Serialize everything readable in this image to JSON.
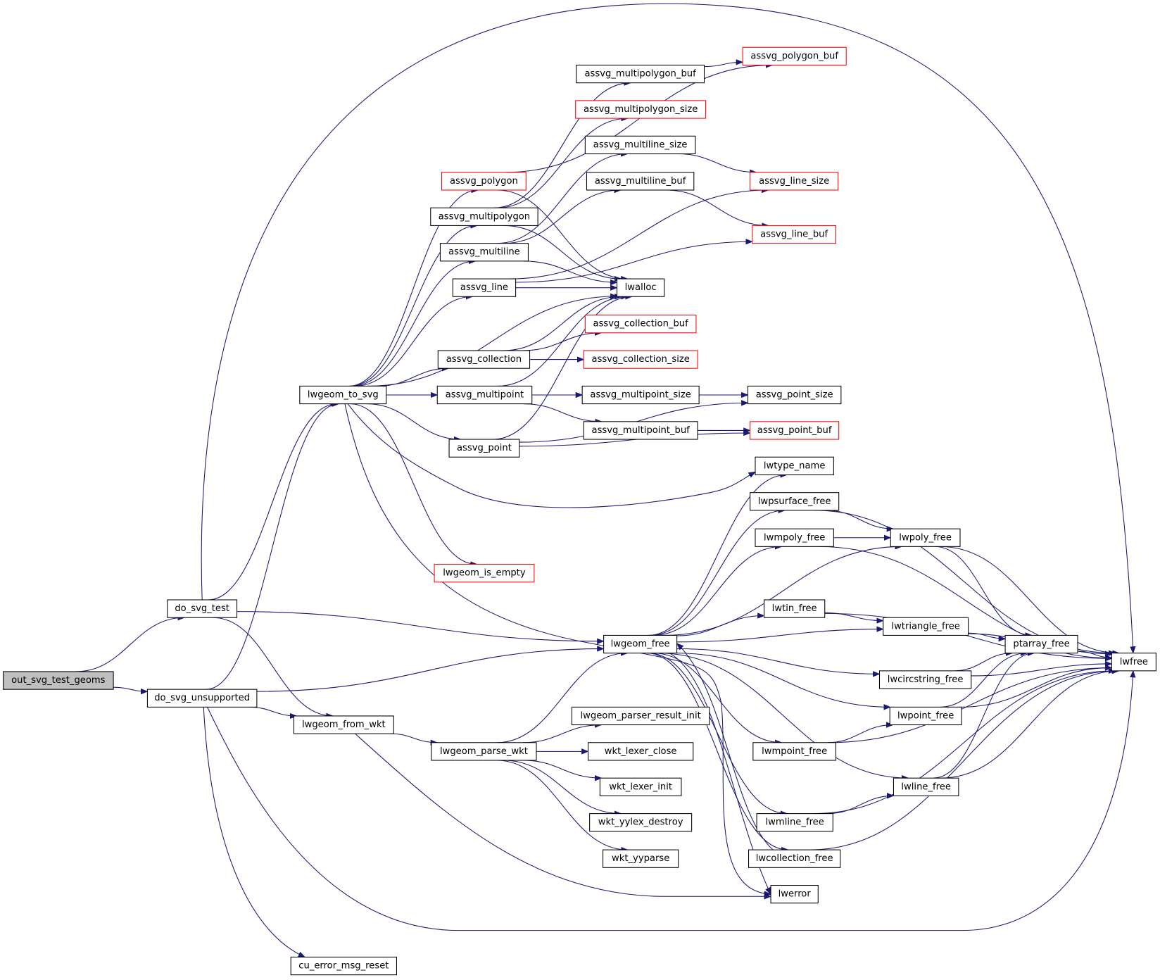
{
  "graph": {
    "edge_color": "#191970",
    "nodes": [
      {
        "id": "out_svg_test_geoms",
        "label": "out_svg_test_geoms",
        "root": true
      },
      {
        "id": "do_svg_test",
        "label": "do_svg_test"
      },
      {
        "id": "do_svg_unsupported",
        "label": "do_svg_unsupported"
      },
      {
        "id": "lwgeom_to_svg",
        "label": "lwgeom_to_svg"
      },
      {
        "id": "lwgeom_from_wkt",
        "label": "lwgeom_from_wkt"
      },
      {
        "id": "cu_error_msg_reset",
        "label": "cu_error_msg_reset"
      },
      {
        "id": "assvg_polygon",
        "label": "assvg_polygon",
        "border": "red"
      },
      {
        "id": "assvg_multipolygon",
        "label": "assvg_multipolygon"
      },
      {
        "id": "assvg_multiline",
        "label": "assvg_multiline"
      },
      {
        "id": "assvg_line",
        "label": "assvg_line"
      },
      {
        "id": "assvg_collection",
        "label": "assvg_collection"
      },
      {
        "id": "assvg_multipoint",
        "label": "assvg_multipoint"
      },
      {
        "id": "assvg_point",
        "label": "assvg_point"
      },
      {
        "id": "lwgeom_is_empty",
        "label": "lwgeom_is_empty",
        "border": "red"
      },
      {
        "id": "lwgeom_parse_wkt",
        "label": "lwgeom_parse_wkt"
      },
      {
        "id": "assvg_multipolygon_buf",
        "label": "assvg_multipolygon_buf"
      },
      {
        "id": "assvg_multipolygon_size",
        "label": "assvg_multipolygon_size",
        "border": "red"
      },
      {
        "id": "assvg_multiline_size",
        "label": "assvg_multiline_size"
      },
      {
        "id": "assvg_multiline_buf",
        "label": "assvg_multiline_buf"
      },
      {
        "id": "lwalloc",
        "label": "lwalloc"
      },
      {
        "id": "assvg_collection_buf",
        "label": "assvg_collection_buf",
        "border": "red"
      },
      {
        "id": "assvg_collection_size",
        "label": "assvg_collection_size",
        "border": "red"
      },
      {
        "id": "assvg_multipoint_size",
        "label": "assvg_multipoint_size"
      },
      {
        "id": "assvg_multipoint_buf",
        "label": "assvg_multipoint_buf"
      },
      {
        "id": "lwgeom_free",
        "label": "lwgeom_free"
      },
      {
        "id": "lwgeom_parser_result_init",
        "label": "lwgeom_parser_result_init"
      },
      {
        "id": "wkt_lexer_close",
        "label": "wkt_lexer_close"
      },
      {
        "id": "wkt_lexer_init",
        "label": "wkt_lexer_init"
      },
      {
        "id": "wkt_yylex_destroy",
        "label": "wkt_yylex_destroy"
      },
      {
        "id": "wkt_yyparse",
        "label": "wkt_yyparse"
      },
      {
        "id": "assvg_polygon_buf",
        "label": "assvg_polygon_buf",
        "border": "red"
      },
      {
        "id": "assvg_line_size",
        "label": "assvg_line_size",
        "border": "red"
      },
      {
        "id": "assvg_line_buf",
        "label": "assvg_line_buf",
        "border": "red"
      },
      {
        "id": "assvg_point_size",
        "label": "assvg_point_size"
      },
      {
        "id": "assvg_point_buf",
        "label": "assvg_point_buf",
        "border": "red"
      },
      {
        "id": "lwtype_name",
        "label": "lwtype_name"
      },
      {
        "id": "lwpsurface_free",
        "label": "lwpsurface_free"
      },
      {
        "id": "lwmpoly_free",
        "label": "lwmpoly_free"
      },
      {
        "id": "lwtin_free",
        "label": "lwtin_free"
      },
      {
        "id": "lwcircstring_free",
        "label": "lwcircstring_free"
      },
      {
        "id": "lwpoint_free",
        "label": "lwpoint_free"
      },
      {
        "id": "lwmpoint_free",
        "label": "lwmpoint_free"
      },
      {
        "id": "lwline_free",
        "label": "lwline_free"
      },
      {
        "id": "lwmline_free",
        "label": "lwmline_free"
      },
      {
        "id": "lwcollection_free",
        "label": "lwcollection_free"
      },
      {
        "id": "lwerror",
        "label": "lwerror"
      },
      {
        "id": "lwpoly_free",
        "label": "lwpoly_free"
      },
      {
        "id": "lwtriangle_free",
        "label": "lwtriangle_free"
      },
      {
        "id": "ptarray_free",
        "label": "ptarray_free"
      },
      {
        "id": "lwfree",
        "label": "lwfree"
      }
    ],
    "edges": [
      [
        "out_svg_test_geoms",
        "do_svg_test"
      ],
      [
        "out_svg_test_geoms",
        "do_svg_unsupported"
      ],
      [
        "do_svg_test",
        "lwfree"
      ],
      [
        "do_svg_test",
        "lwgeom_to_svg"
      ],
      [
        "do_svg_test",
        "lwgeom_free"
      ],
      [
        "do_svg_test",
        "lwgeom_from_wkt"
      ],
      [
        "do_svg_unsupported",
        "lwgeom_to_svg"
      ],
      [
        "do_svg_unsupported",
        "lwgeom_free"
      ],
      [
        "do_svg_unsupported",
        "lwgeom_from_wkt"
      ],
      [
        "do_svg_unsupported",
        "lwfree"
      ],
      [
        "do_svg_unsupported",
        "cu_error_msg_reset"
      ],
      [
        "lwgeom_to_svg",
        "assvg_polygon"
      ],
      [
        "lwgeom_to_svg",
        "assvg_multipolygon"
      ],
      [
        "lwgeom_to_svg",
        "assvg_multiline"
      ],
      [
        "lwgeom_to_svg",
        "assvg_line"
      ],
      [
        "lwgeom_to_svg",
        "lwalloc"
      ],
      [
        "lwgeom_to_svg",
        "assvg_collection"
      ],
      [
        "lwgeom_to_svg",
        "assvg_multipoint"
      ],
      [
        "lwgeom_to_svg",
        "assvg_point"
      ],
      [
        "lwgeom_to_svg",
        "lwtype_name"
      ],
      [
        "lwgeom_to_svg",
        "lwgeom_is_empty"
      ],
      [
        "lwgeom_to_svg",
        "lwerror"
      ],
      [
        "lwgeom_from_wkt",
        "lwgeom_parse_wkt"
      ],
      [
        "lwgeom_from_wkt",
        "lwerror"
      ],
      [
        "lwgeom_parse_wkt",
        "lwgeom_free"
      ],
      [
        "lwgeom_parse_wkt",
        "lwgeom_parser_result_init"
      ],
      [
        "lwgeom_parse_wkt",
        "wkt_lexer_close"
      ],
      [
        "lwgeom_parse_wkt",
        "wkt_lexer_init"
      ],
      [
        "lwgeom_parse_wkt",
        "wkt_yylex_destroy"
      ],
      [
        "lwgeom_parse_wkt",
        "wkt_yyparse"
      ],
      [
        "assvg_polygon",
        "assvg_polygon_buf"
      ],
      [
        "assvg_polygon",
        "lwalloc"
      ],
      [
        "assvg_multipolygon",
        "assvg_multipolygon_buf"
      ],
      [
        "assvg_multipolygon",
        "assvg_multipolygon_size"
      ],
      [
        "assvg_multipolygon",
        "lwalloc"
      ],
      [
        "assvg_multiline",
        "assvg_multiline_size"
      ],
      [
        "assvg_multiline",
        "assvg_multiline_buf"
      ],
      [
        "assvg_multiline",
        "lwalloc"
      ],
      [
        "assvg_line",
        "assvg_line_size"
      ],
      [
        "assvg_line",
        "assvg_line_buf"
      ],
      [
        "assvg_line",
        "lwalloc"
      ],
      [
        "assvg_collection",
        "assvg_collection_buf"
      ],
      [
        "assvg_collection",
        "assvg_collection_size"
      ],
      [
        "assvg_collection",
        "lwalloc"
      ],
      [
        "assvg_multipoint",
        "assvg_multipoint_size"
      ],
      [
        "assvg_multipoint",
        "assvg_multipoint_buf"
      ],
      [
        "assvg_multipoint",
        "lwalloc"
      ],
      [
        "assvg_point",
        "assvg_point_size"
      ],
      [
        "assvg_point",
        "assvg_point_buf"
      ],
      [
        "assvg_point",
        "lwalloc"
      ],
      [
        "assvg_multipolygon_buf",
        "assvg_polygon_buf"
      ],
      [
        "assvg_multiline_size",
        "assvg_line_size"
      ],
      [
        "assvg_multiline_buf",
        "assvg_line_buf"
      ],
      [
        "assvg_multipoint_size",
        "assvg_point_size"
      ],
      [
        "assvg_multipoint_buf",
        "assvg_point_buf"
      ],
      [
        "lwgeom_free",
        "lwtype_name"
      ],
      [
        "lwgeom_free",
        "lwpsurface_free"
      ],
      [
        "lwgeom_free",
        "lwmpoly_free"
      ],
      [
        "lwgeom_free",
        "lwpoly_free"
      ],
      [
        "lwgeom_free",
        "lwtin_free"
      ],
      [
        "lwgeom_free",
        "lwtriangle_free"
      ],
      [
        "lwgeom_free",
        "lwcircstring_free"
      ],
      [
        "lwgeom_free",
        "lwpoint_free"
      ],
      [
        "lwgeom_free",
        "lwmpoint_free"
      ],
      [
        "lwgeom_free",
        "lwline_free"
      ],
      [
        "lwgeom_free",
        "lwmline_free"
      ],
      [
        "lwgeom_free",
        "lwcollection_free"
      ],
      [
        "lwgeom_free",
        "lwerror"
      ],
      [
        "lwpsurface_free",
        "lwfree"
      ],
      [
        "lwpsurface_free",
        "lwpoly_free"
      ],
      [
        "lwmpoly_free",
        "lwpoly_free"
      ],
      [
        "lwmpoly_free",
        "lwfree"
      ],
      [
        "lwpoly_free",
        "lwfree"
      ],
      [
        "lwpoly_free",
        "ptarray_free"
      ],
      [
        "lwtin_free",
        "lwfree"
      ],
      [
        "lwtin_free",
        "lwtriangle_free"
      ],
      [
        "lwtriangle_free",
        "lwfree"
      ],
      [
        "lwtriangle_free",
        "ptarray_free"
      ],
      [
        "lwcircstring_free",
        "ptarray_free"
      ],
      [
        "lwcircstring_free",
        "lwfree"
      ],
      [
        "lwpoint_free",
        "ptarray_free"
      ],
      [
        "lwpoint_free",
        "lwfree"
      ],
      [
        "lwmpoint_free",
        "lwpoint_free"
      ],
      [
        "lwmpoint_free",
        "lwfree"
      ],
      [
        "lwline_free",
        "ptarray_free"
      ],
      [
        "lwline_free",
        "lwfree"
      ],
      [
        "lwmline_free",
        "lwline_free"
      ],
      [
        "lwmline_free",
        "lwfree"
      ],
      [
        "lwcollection_free",
        "lwgeom_free"
      ],
      [
        "lwcollection_free",
        "lwfree"
      ],
      [
        "ptarray_free",
        "lwfree"
      ]
    ]
  }
}
